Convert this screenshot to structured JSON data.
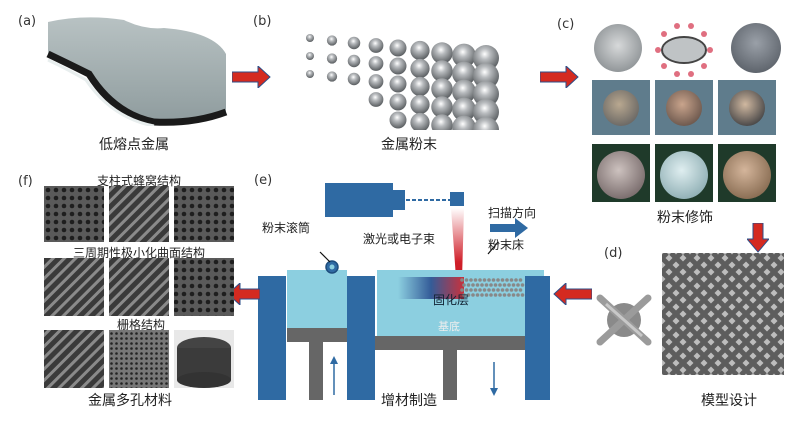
{
  "panels": {
    "a": {
      "label": "(a)",
      "caption": "低熔点金属"
    },
    "b": {
      "label": "(b)",
      "caption": "金属粉末"
    },
    "c": {
      "label": "(c)",
      "caption": "粉末修饰"
    },
    "d": {
      "label": "(d)",
      "caption": "模型设计"
    },
    "e": {
      "label": "(e)",
      "caption": "增材制造",
      "annotations": {
        "roller": "粉末滚筒",
        "beam": "激光或电子束",
        "scan": "扫描方向",
        "powder_bed": "粉末床",
        "solidified": "固化层",
        "substrate": "基底"
      }
    },
    "f": {
      "label": "(f)",
      "caption": "金属多孔材料",
      "groups": [
        "支柱式蜂窝结构",
        "三周期性极小化曲面结构",
        "栅格结构"
      ]
    }
  },
  "colors": {
    "arrow_red": "#d42a20",
    "machine_blue": "#2f6aa3",
    "chamber_light": "#8ccfe0",
    "substrate_gray": "#666666",
    "beam_red": "#d0202a"
  }
}
